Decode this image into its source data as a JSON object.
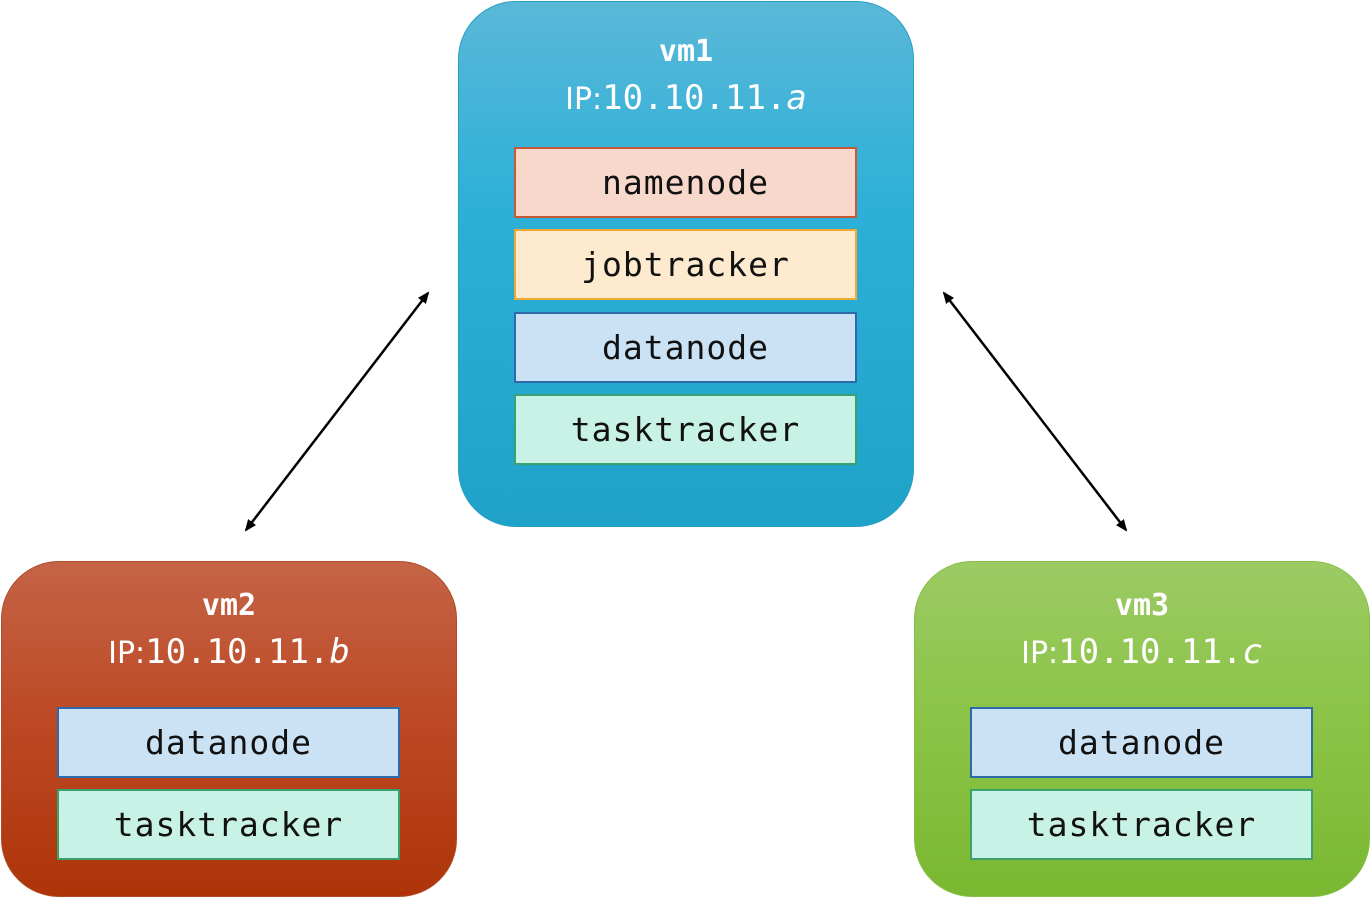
{
  "vms": {
    "vm1": {
      "title": "vm1",
      "ip_label": "IP:",
      "ip_prefix": "10.10.11.",
      "ip_suffix": "a",
      "services": [
        "namenode",
        "jobtracker",
        "datanode",
        "tasktracker"
      ]
    },
    "vm2": {
      "title": "vm2",
      "ip_label": "IP:",
      "ip_prefix": "10.10.11.",
      "ip_suffix": "b",
      "services": [
        "datanode",
        "tasktracker"
      ]
    },
    "vm3": {
      "title": "vm3",
      "ip_label": "IP:",
      "ip_prefix": "10.10.11.",
      "ip_suffix": "c",
      "services": [
        "datanode",
        "tasktracker"
      ]
    }
  },
  "colors": {
    "vm1": "#2cb0d8",
    "vm2": "#bd4a26",
    "vm3": "#8cc448",
    "namenode": "#f8d8ca",
    "jobtracker": "#fdeacf",
    "datanode": "#cae2f4",
    "tasktracker": "#c9f2e6"
  },
  "connections": [
    {
      "from": "vm1",
      "to": "vm2",
      "bidirectional": true
    },
    {
      "from": "vm1",
      "to": "vm3",
      "bidirectional": true
    }
  ]
}
